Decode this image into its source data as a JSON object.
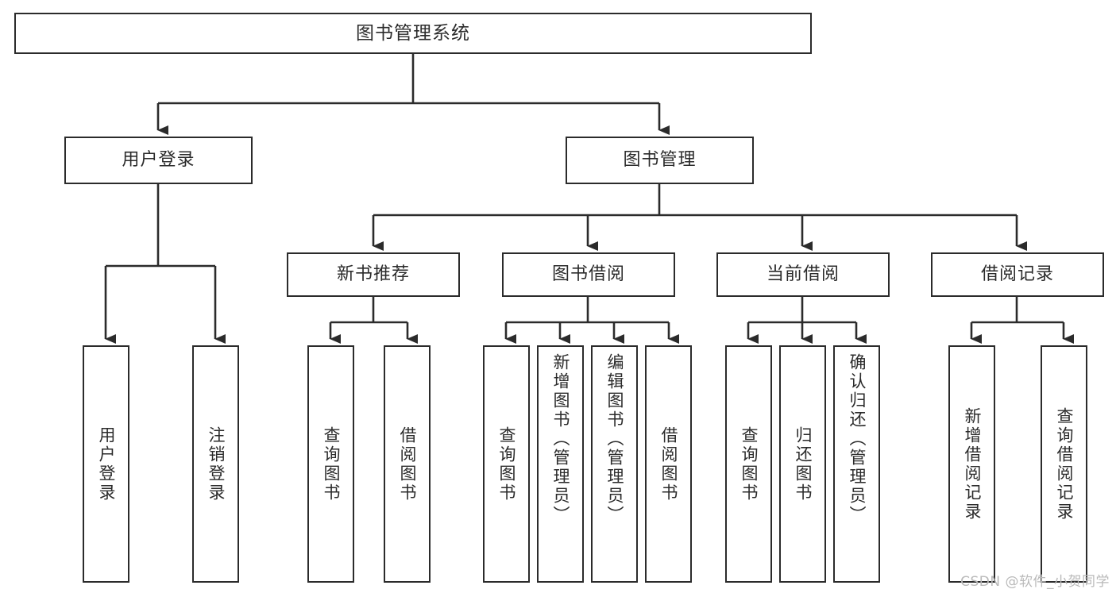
{
  "diagram": {
    "title": "图书管理系统",
    "type": "tree-hierarchy",
    "watermark": "CSDN @软件_小贺同学",
    "colors": {
      "stroke": "#2b2b2b",
      "fill": "#ffffff",
      "watermark": "#b9b9b9"
    },
    "root": {
      "label": "图书管理系统"
    },
    "level2": [
      {
        "label": "用户登录"
      },
      {
        "label": "图书管理"
      }
    ],
    "level3": [
      {
        "label": "新书推荐"
      },
      {
        "label": "图书借阅"
      },
      {
        "label": "当前借阅"
      },
      {
        "label": "借阅记录"
      }
    ],
    "leaves": {
      "user_login": [
        {
          "label": "用户登录"
        },
        {
          "label": "注销登录"
        }
      ],
      "new_book_recommend": [
        {
          "label": "查询图书"
        },
        {
          "label": "借阅图书"
        }
      ],
      "book_borrow": [
        {
          "label": "查询图书"
        },
        {
          "label": "新增图书（管理员）"
        },
        {
          "label": "编辑图书（管理员）"
        },
        {
          "label": "借阅图书"
        }
      ],
      "current_borrow": [
        {
          "label": "查询图书"
        },
        {
          "label": "归还图书"
        },
        {
          "label": "确认归还（管理员）"
        }
      ],
      "borrow_record": [
        {
          "label": "新增借阅记录"
        },
        {
          "label": "查询借阅记录"
        }
      ]
    }
  }
}
